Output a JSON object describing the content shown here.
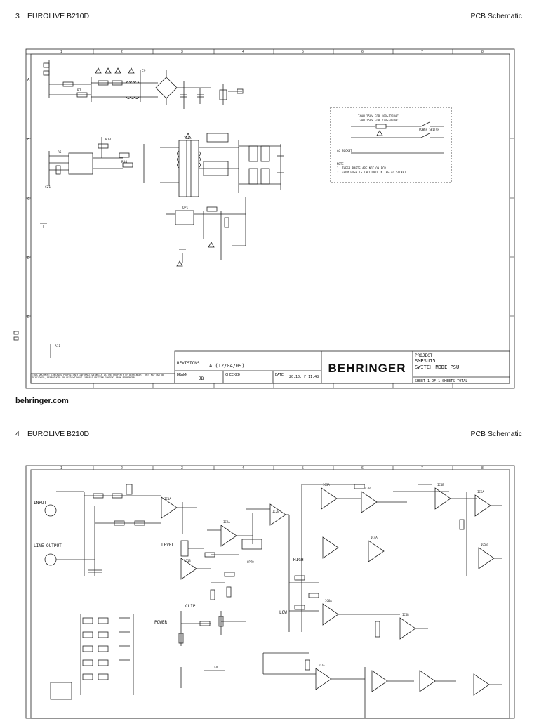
{
  "pages": [
    {
      "number": "3",
      "product": "EUROLIVE B210D",
      "section": "PCB Schematic"
    },
    {
      "number": "4",
      "product": "EUROLIVE B210D",
      "section": "PCB Schematic"
    }
  ],
  "website": "behringer.com",
  "sheet1": {
    "grid_cols": [
      "1",
      "2",
      "3",
      "4",
      "5",
      "6",
      "7",
      "8"
    ],
    "grid_rows": [
      "A",
      "B",
      "C",
      "D",
      "E"
    ],
    "note_box": {
      "fuse_line_1": "T4AH 250V FOR 100~120VAC",
      "fuse_line_2": "T2AH 250V FOR 220~240VAC",
      "power_switch": "POWER SWITCH",
      "ac_socket": "AC SOCKET",
      "note_title": "NOTE",
      "note_1": "1. THESE PARTS ARE NOT ON PCB",
      "note_2": "2. FROM FUSE IS INCLUDED IN THE AC SOCKET."
    },
    "title_block": {
      "revisions_label": "REVISIONS",
      "revision_value": "A (12/04/09)",
      "drawn_label": "DRAWN",
      "drawn_value": "JB",
      "checked_label": "CHECKED",
      "date_label": "DATE",
      "date_value": "20.10. F 11:48",
      "logo": "BEHRINGER",
      "project_label": "PROJECT",
      "project_code": "SMPSU15",
      "project_name": "SWITCH MODE PSU",
      "sheet_text": "SHEET 1  OF 1  SHEETS TOTAL",
      "disclaimer": "THIS DOCUMENT CONTAINS PROPRIETARY INFORMATION WHICH IS THE PROPERTY OF BEHRINGER. THEY MAY NOT BE DISCLOSED, REPRODUCED OR USED WITHOUT EXPRESS WRITTEN CONSENT FROM BEHRINGER."
    },
    "labels": [
      "TR1",
      "R13",
      "C21",
      "R14",
      "C9",
      "OP1",
      "R6",
      "R7",
      "R11"
    ]
  },
  "sheet2": {
    "grid_cols": [
      "1",
      "2",
      "3",
      "4",
      "5",
      "6",
      "7",
      "8"
    ],
    "labels": {
      "input": "INPUT",
      "line_output": "LINE OUTPUT",
      "level": "LEVEL",
      "power": "POWER",
      "clip": "CLIP",
      "high": "HIGH",
      "low": "LOW"
    },
    "refs": [
      "IC1A",
      "IC1B",
      "IC2A",
      "IC2B",
      "IC3A",
      "IC3B",
      "IC4A",
      "IC4B",
      "IC5A",
      "IC5B",
      "IC6A",
      "IC6B",
      "IC7A",
      "OPTO",
      "LED"
    ]
  }
}
